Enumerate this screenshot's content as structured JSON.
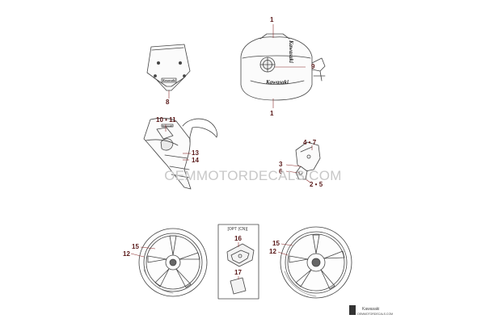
{
  "callouts": {
    "tank_top": "1",
    "tank_bottom": "1",
    "tank_cap": "9",
    "windshield": "8",
    "side_upper": "10 • 11",
    "side_13": "13",
    "side_14": "14",
    "bracket_47": "4 • 7",
    "bracket_3": "3",
    "bracket_6": "6",
    "bracket_25": "2 • 5",
    "left_wheel_15": "15",
    "left_wheel_12": "12",
    "opt_16": "16",
    "opt_17": "17",
    "right_wheel_15": "15",
    "right_wheel_12": "12"
  },
  "decal_text": {
    "tank_upper": "Kawasaki",
    "tank_lower": "Kawasaki",
    "windshield": "Kawasaki"
  },
  "opt_box_label": "[OPT (CN)]",
  "watermark": "OEMMOTORDECALS.COM",
  "logo": {
    "line1": "Kawasaki",
    "line2": "OEMMOTORDECALS.COM"
  },
  "colors": {
    "line": "#444444",
    "callout": "#5a1a1a",
    "leader": "#8a2a2a",
    "watermark": "#c8c8c8"
  }
}
